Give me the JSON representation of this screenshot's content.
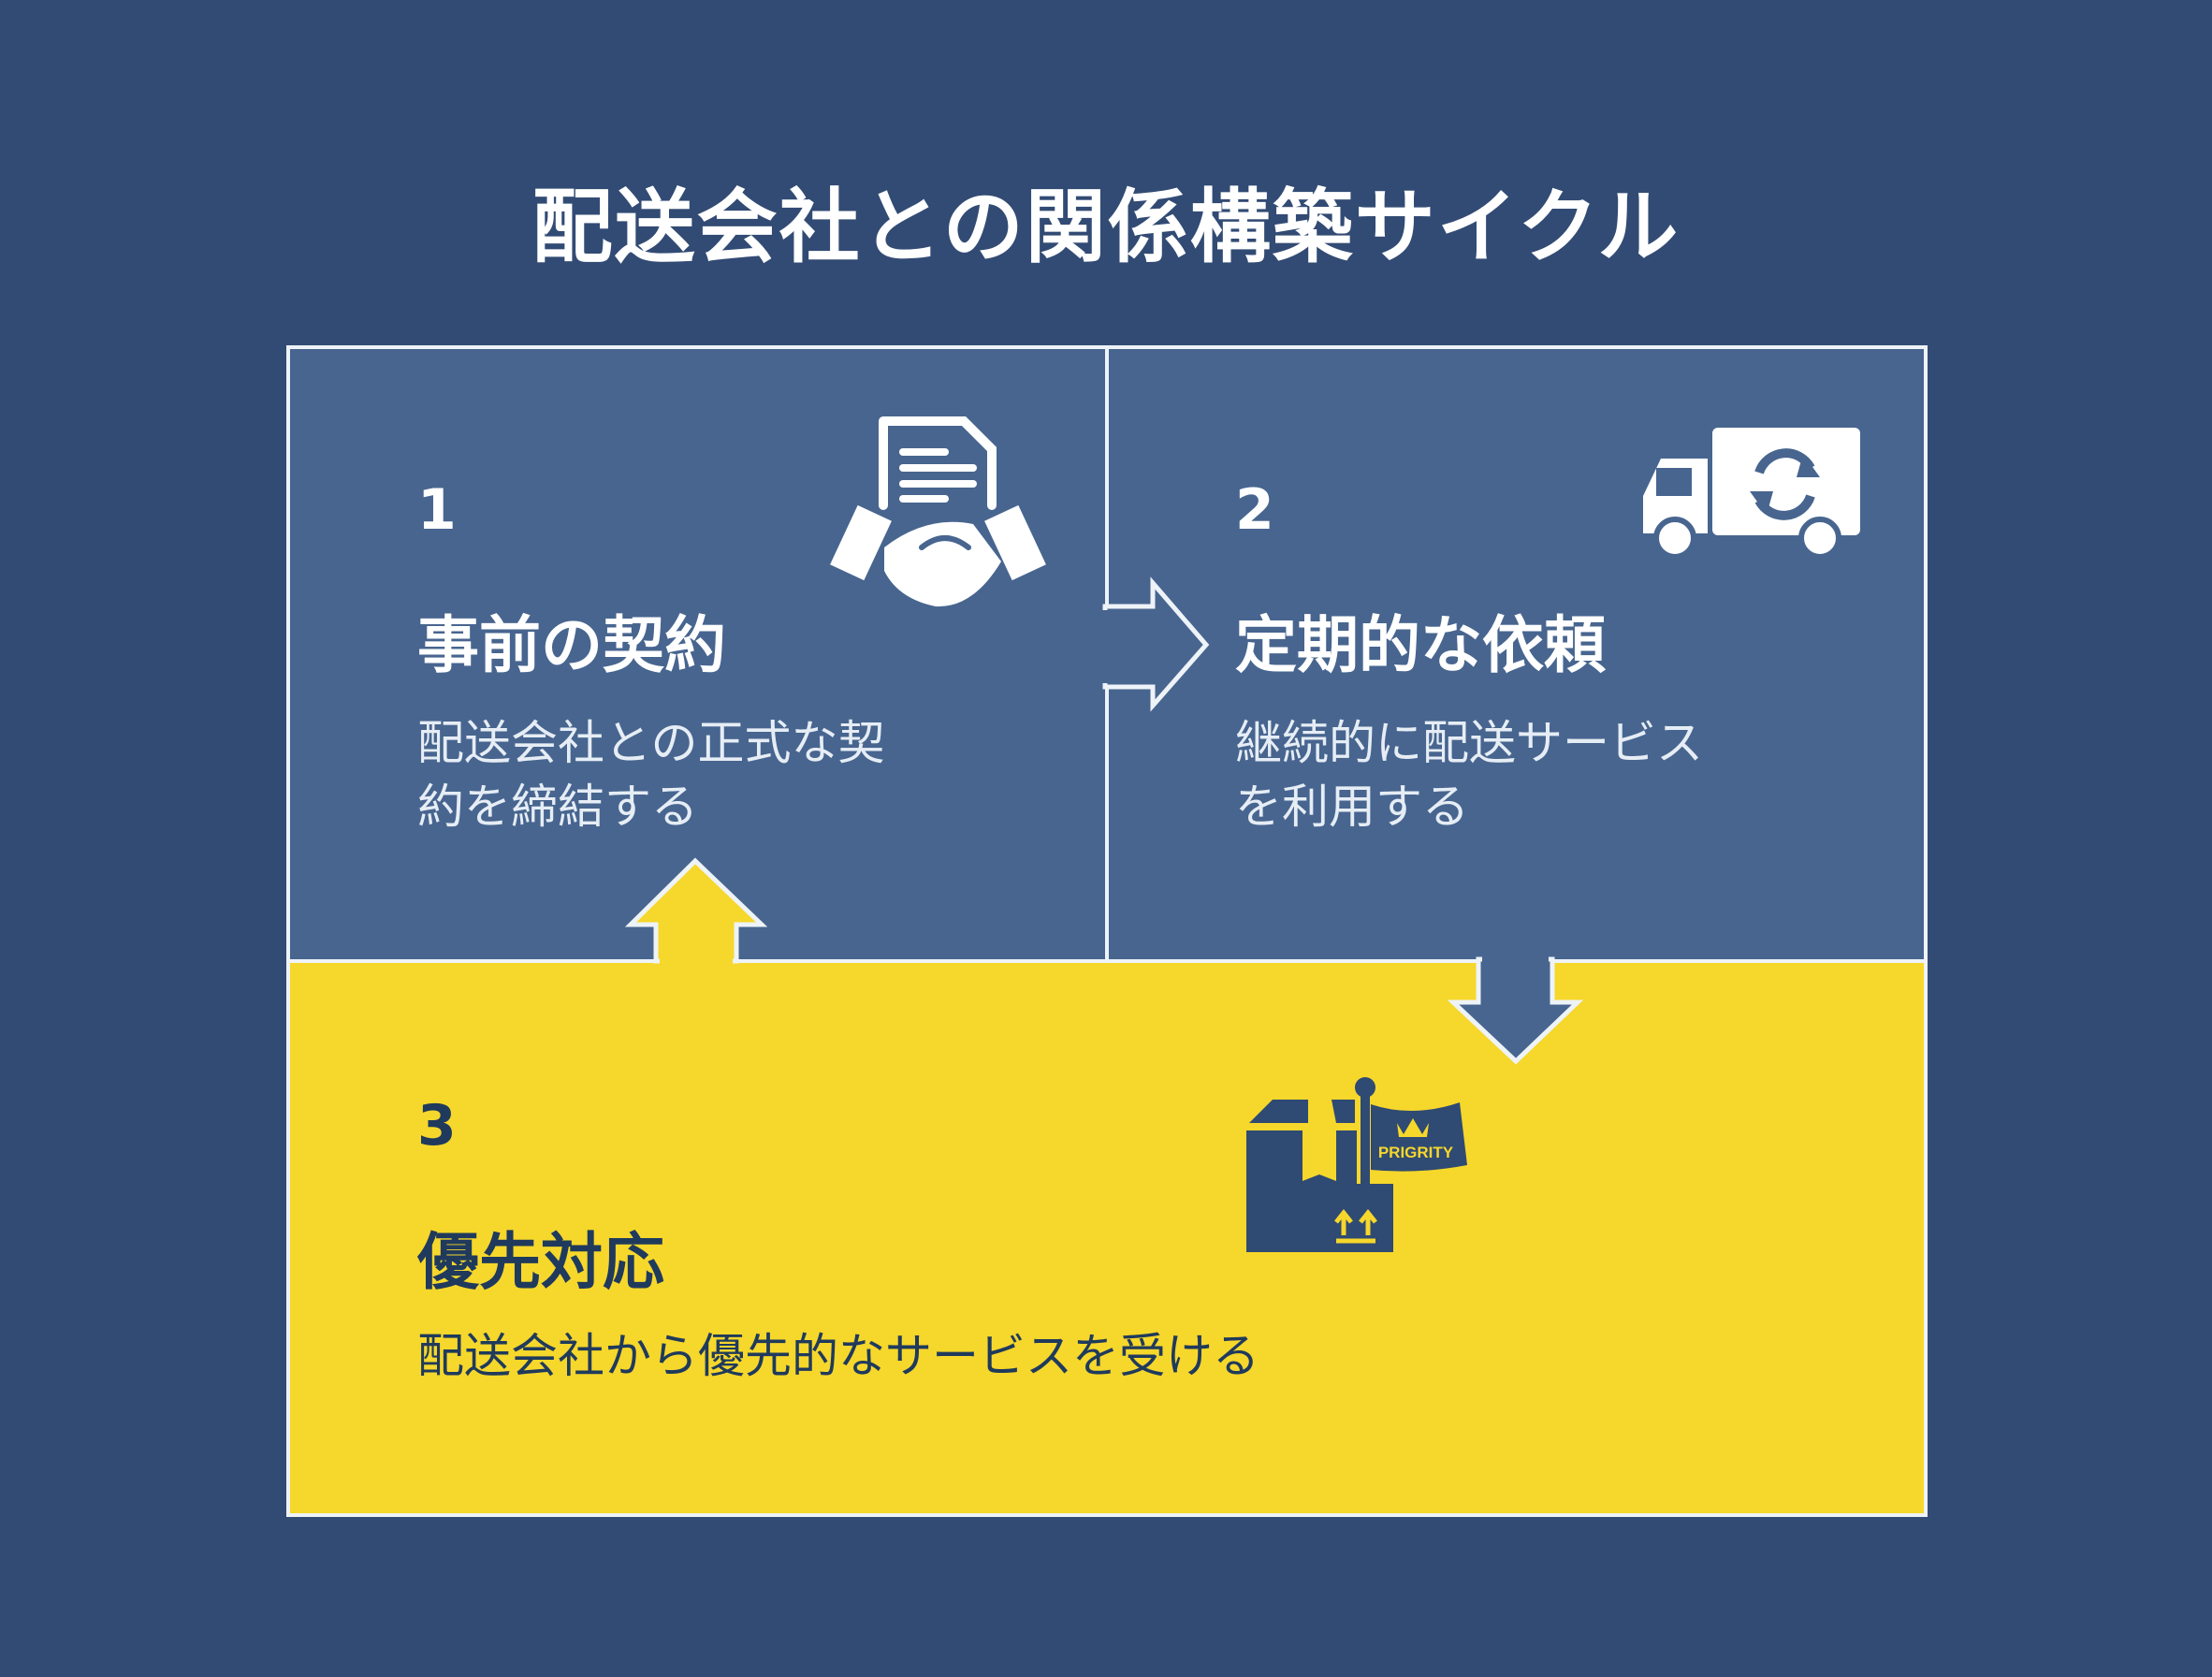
{
  "title": "配送会社との関係構築サイクル",
  "steps": [
    {
      "number": "1",
      "heading": "事前の契約",
      "body_lines": [
        "配送会社との正式な契",
        "約を締結する"
      ],
      "icon": "handshake-contract-icon"
    },
    {
      "number": "2",
      "heading": "定期的な依頼",
      "body_lines": [
        "継続的に配送サービス",
        "を利用する"
      ],
      "icon": "delivery-truck-cycle-icon"
    },
    {
      "number": "3",
      "heading": "優先対応",
      "body_lines": [
        "配送会社から優先的なサービスを受ける"
      ],
      "icon": "priority-box-flag-icon",
      "icon_label": "PRIGRITY"
    }
  ],
  "colors": {
    "background": "#324b74",
    "panel_blue": "#47658f",
    "panel_yellow": "#f6d72b",
    "text_dark": "#1f3a5c"
  }
}
